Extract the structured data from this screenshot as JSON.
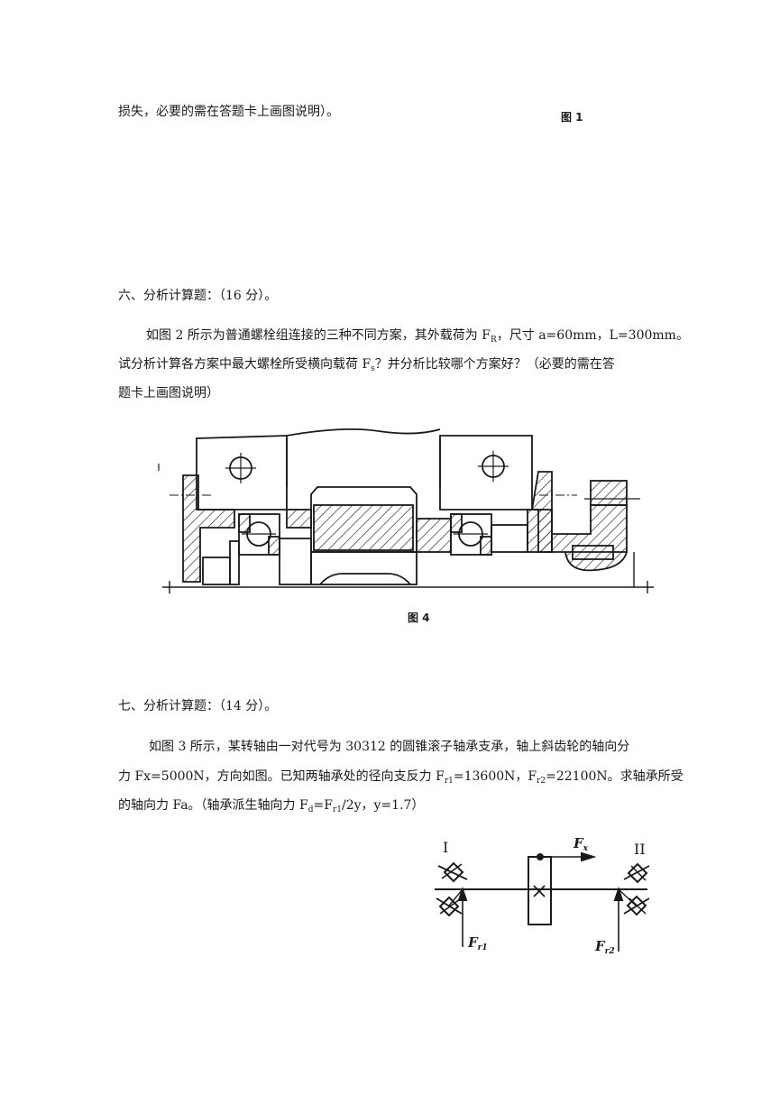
{
  "top": {
    "cont_line": "损失，必要的需在答题卡上画图说明）。",
    "fig1_label": "图 1"
  },
  "q6": {
    "heading": "六、分析计算题：（16 分）。",
    "p1_a": "如图 2 所示为普通螺栓组连接的三种不同方案，其外载荷为 F",
    "p1_sub1": "R",
    "p1_b": "，尺寸 a=60mm，L=300mm。",
    "p2_a": "试分析计算各方案中最大螺栓所受横向载荷 F",
    "p2_sub": "s",
    "p2_b": "？并分析比较哪个方案好？（必要的需在答",
    "p3": "题卡上画图说明）",
    "fig4_label": "图 4"
  },
  "q7": {
    "heading": "七、分析计算题：（14 分）。",
    "p1": "如图 3 所示，某转轴由一对代号为 30312 的圆锥滚子轴承支承，轴上斜齿轮的轴向分",
    "p2_a": "力 Fx=5000N，方向如图。已知两轴承处的径向支反力 F",
    "p2_sub1": "r1",
    "p2_b": "=13600N，F",
    "p2_sub2": "r2",
    "p2_c": "=22100N。求轴承所受",
    "p3_a": "的轴向力 Fa。（轴承派生轴向力 F",
    "p3_sub1": "d",
    "p3_b": "=F",
    "p3_sub2": "r1",
    "p3_c": "/2y，y=1.7）"
  },
  "fig3": {
    "bearing_left": "I",
    "bearing_right": "II",
    "force_x": "F",
    "force_x_sub": "x",
    "force_r1": "F",
    "force_r1_sub": "r1",
    "force_r2": "F",
    "force_r2_sub": "r2"
  }
}
